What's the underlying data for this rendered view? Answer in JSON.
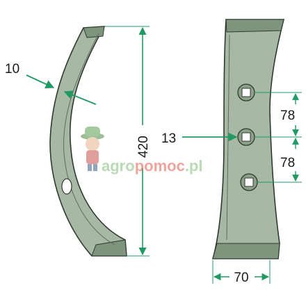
{
  "colors": {
    "blade_fill": "#a7b8a4",
    "blade_fill_dark": "#7f947d",
    "blade_edge": "#2e3a30",
    "dimension_line": "#1f9a63",
    "text": "#1a1a1a",
    "watermark_green": "#7fbf76",
    "watermark_red": "#e05b4c"
  },
  "labels": {
    "thickness": "10",
    "height": "420",
    "bolt_size": "13",
    "spacing_top": "78",
    "spacing_bottom": "78",
    "width": "70"
  },
  "watermark": {
    "part1": "agro",
    "part2": "pomoc",
    "part3": ".pl"
  }
}
